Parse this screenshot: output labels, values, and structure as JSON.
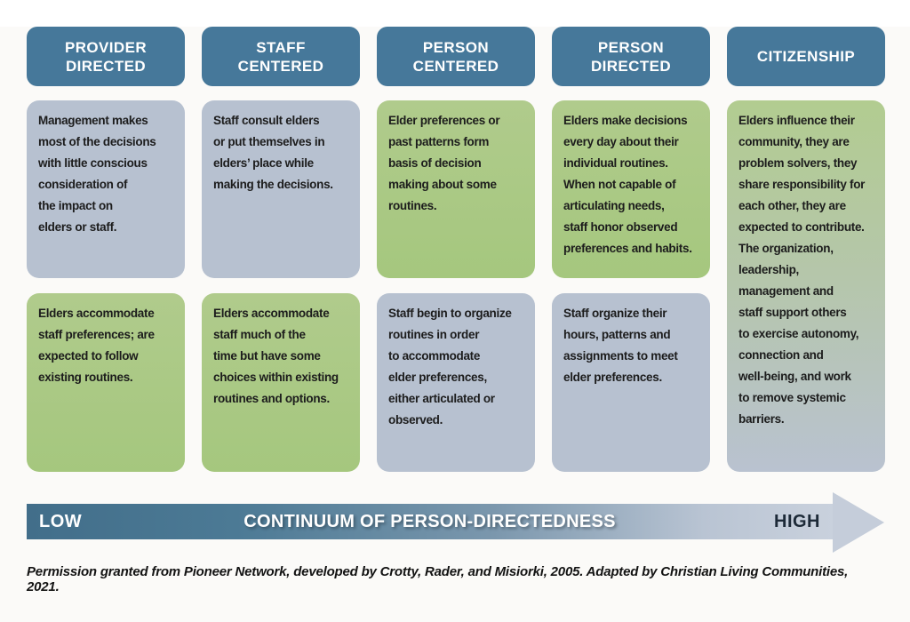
{
  "diagram": {
    "background": "#fbfaf8",
    "colors": {
      "header_bg": "#46789a",
      "header_text": "#ffffff",
      "gray_box": "#b7c1d0",
      "green_top": "#b0cb8c",
      "green_bottom": "#a5c77e",
      "body_text": "#1c1c1c",
      "arrow_dark": "#426e8a",
      "arrow_light": "#c9d1dd",
      "high_text": "#1d2a38"
    },
    "columns": [
      {
        "header": "PROVIDER\nDIRECTED",
        "top_text": "Management makes\nmost of the decisions\nwith little conscious\nconsideration of\nthe impact on\nelders or staff.",
        "bottom_text": "Elders accommodate\nstaff preferences; are\nexpected to follow\nexisting routines."
      },
      {
        "header": "STAFF\nCENTERED",
        "top_text": "Staff consult elders\nor put themselves in\nelders’ place while\nmaking the decisions.",
        "bottom_text": "Elders accommodate\nstaff much of the\ntime but have some\nchoices within existing\nroutines and options."
      },
      {
        "header": "PERSON\nCENTERED",
        "top_text": "Elder preferences or\npast patterns form\nbasis of decision\nmaking about some\nroutines.",
        "bottom_text": "Staff begin to organize\nroutines in order\nto accommodate\nelder preferences,\neither articulated or\nobserved."
      },
      {
        "header": "PERSON\nDIRECTED",
        "top_text": "Elders make decisions\nevery day about their\nindividual routines.\nWhen not capable of\narticulating needs,\nstaff honor observed\npreferences and habits.",
        "bottom_text": "Staff organize their\nhours, patterns and\nassignments to meet\nelder preferences."
      },
      {
        "header": "CITIZENSHIP",
        "body_text": "Elders influence their\ncommunity, they are\nproblem solvers, they\nshare responsibility for\neach other, they are\nexpected to contribute.\nThe organization,\nleadership,\nmanagement and\nstaff support others\nto exercise autonomy,\nconnection and\nwell-being, and work\nto remove systemic\nbarriers."
      }
    ],
    "arrow": {
      "low_label": "LOW",
      "title": "CONTINUUM OF PERSON-DIRECTEDNESS",
      "high_label": "HIGH"
    },
    "caption": "Permission granted from Pioneer Network, developed by Crotty, Rader, and Misiorki, 2005. Adapted by Christian Living Communities, 2021."
  }
}
